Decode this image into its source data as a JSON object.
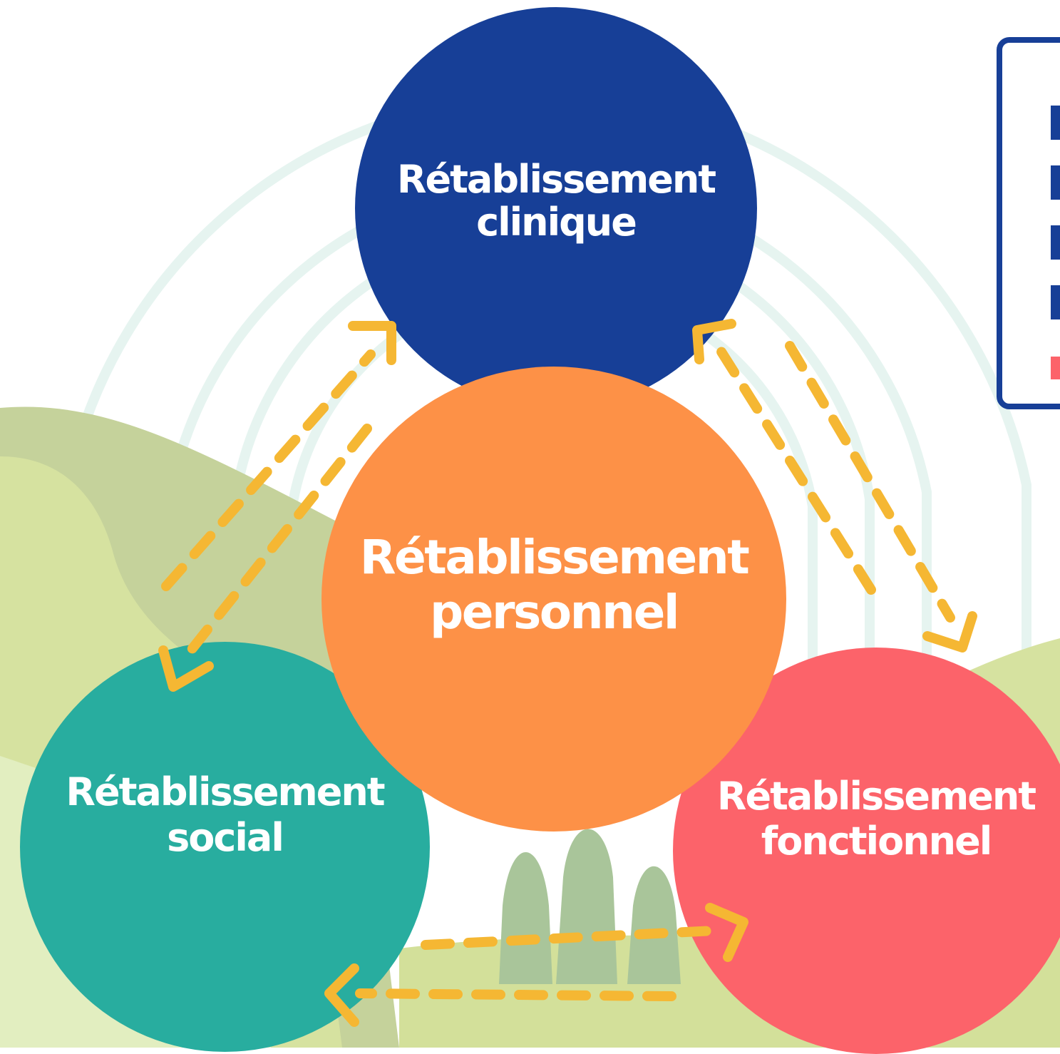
{
  "circles": {
    "clinique": {
      "line1": "Rétablissement",
      "line2": "clinique",
      "color": "#173f97"
    },
    "personnel": {
      "line1": "Rétablissement",
      "line2": "personnel",
      "color": "#fd9147"
    },
    "social": {
      "line1": "Rétablissement",
      "line2": "social",
      "color": "#28ad9f"
    },
    "fonctionnel": {
      "line1": "Rétablissement",
      "line2": "fonctionnel",
      "color": "#fc636a"
    }
  },
  "colors": {
    "arrow": "#f5b733",
    "hill_dark": "#c5d29b",
    "hill_mid": "#d6e2a0",
    "hill_light": "#e2eec0",
    "arch": "#e6f4f0",
    "side_card_border": "#173f97"
  },
  "side_card": {}
}
